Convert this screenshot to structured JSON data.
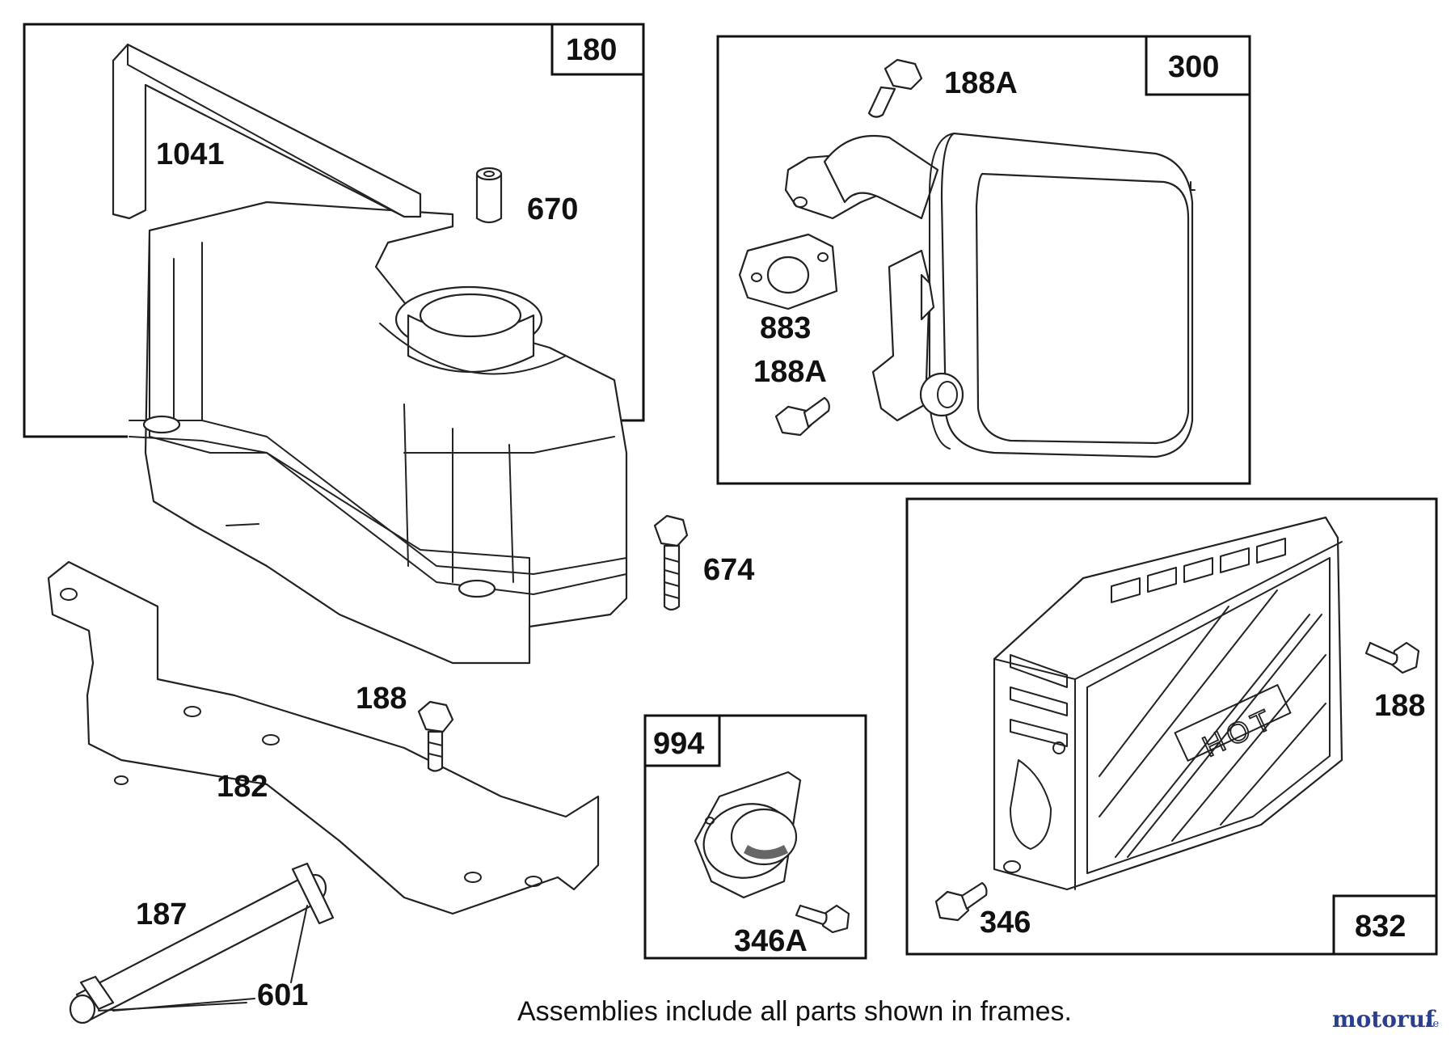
{
  "frames": {
    "fuel_tank": "180",
    "muffler": "300",
    "guard": "832",
    "screen": "994"
  },
  "labels": {
    "l1041": "1041",
    "l670": "670",
    "l674": "674",
    "l188_a": "188",
    "l182": "182",
    "l187": "187",
    "l601": "601",
    "l188a_top": "188A",
    "l883": "883",
    "l188a_mid": "188A",
    "l188_b": "188",
    "l346": "346",
    "l346a": "346A"
  },
  "guard_text": "HOT",
  "footer": "Assemblies include all parts shown in frames.",
  "watermark": {
    "name": "motoruf",
    "suffix": ".de",
    "color_main": "#2a3f8f",
    "color_accent": "#c0392b"
  }
}
